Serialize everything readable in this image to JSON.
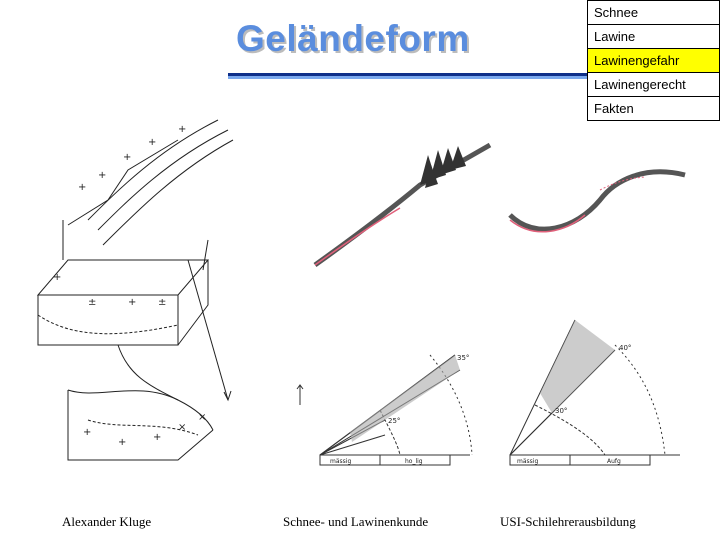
{
  "slide": {
    "title": "Geländeform"
  },
  "nav": {
    "items": [
      {
        "label": "Schnee",
        "active": false
      },
      {
        "label": "Lawine",
        "active": false
      },
      {
        "label": "Lawinengefahr",
        "active": true
      },
      {
        "label": "Lawinengerecht",
        "active": false
      },
      {
        "label": "Fakten",
        "active": false
      }
    ]
  },
  "figures": {
    "left_angles": {
      "a1": "35°",
      "a2": "25°",
      "label1": "mässig",
      "label2": "ho_lig"
    },
    "right_angles": {
      "a1": "40°",
      "a2": "30°",
      "label1": "mässig",
      "label2": "Aufg"
    }
  },
  "footer": {
    "author": "Alexander Kluge",
    "course": "Schnee- und Lawinenkunde",
    "org": "USI-Schilehrerausbildung"
  },
  "colors": {
    "title": "#5a8dde",
    "rule": "#0e2f8a",
    "active_nav": "#ffff00",
    "snow_line": "#e0607a"
  }
}
